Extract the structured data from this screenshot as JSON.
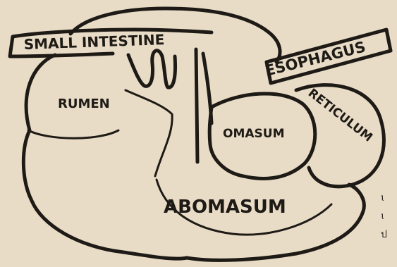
{
  "diagram": {
    "labels": {
      "small_intestine": "SMALL  INTESTINE",
      "esophagus": "ESOPHAGUS",
      "reticulum": "RETICULUM",
      "rumen": "RUMEN",
      "omasum": "OMASUM",
      "abomasum": "ABOMASUM"
    },
    "side_marks": [
      "ɩ",
      "ɩ",
      "ป"
    ],
    "colors": {
      "paper": "#e9dcc7",
      "ink": "#1e1a15"
    }
  }
}
